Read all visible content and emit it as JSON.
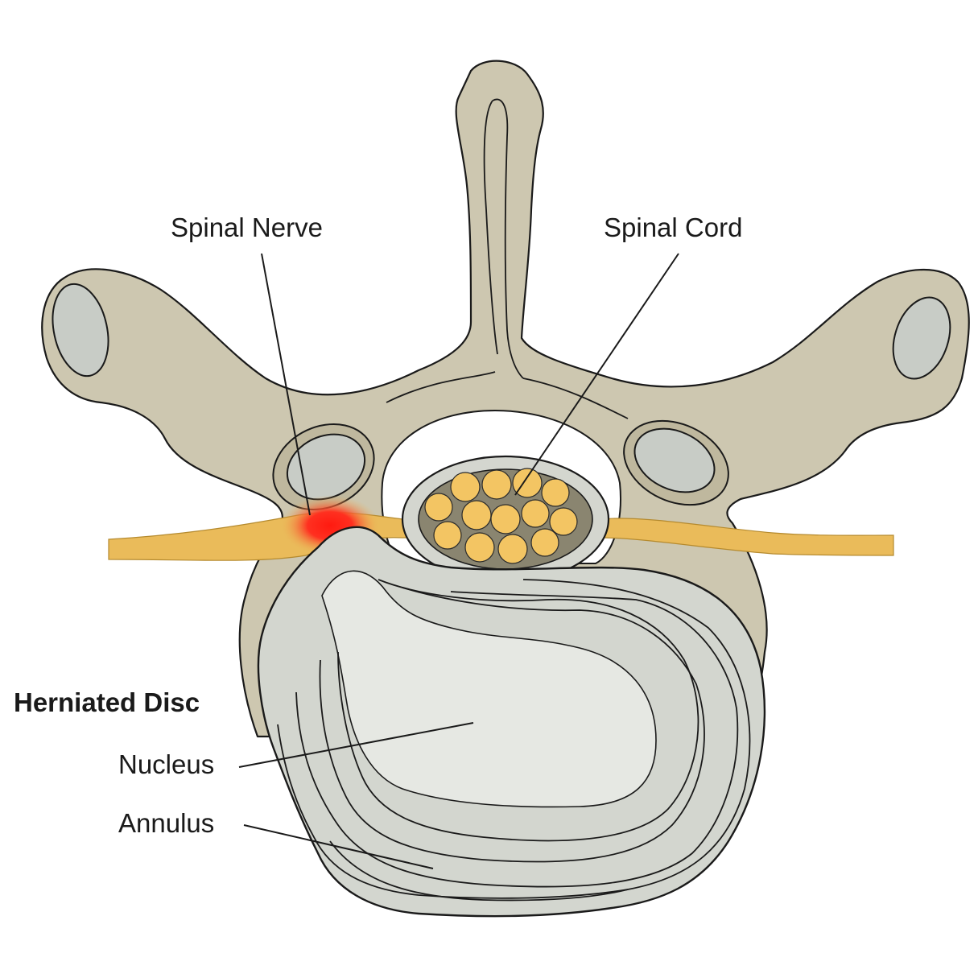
{
  "labels": {
    "spinal_nerve": "Spinal Nerve",
    "spinal_cord": "Spinal Cord",
    "herniated_disc": "Herniated Disc",
    "nucleus": "Nucleus",
    "annulus": "Annulus"
  },
  "colors": {
    "bone": "#cdc7b0",
    "disc": "#d3d6cf",
    "nerve": "#eabb5a",
    "inflammation": "#ff2a1a"
  }
}
